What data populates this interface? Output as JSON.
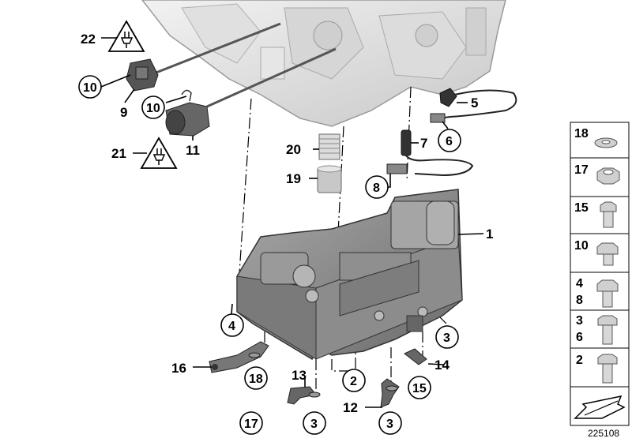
{
  "callouts": {
    "c1": "1",
    "c2": "2",
    "c3a": "3",
    "c3b": "3",
    "c3c": "3",
    "c4": "4",
    "c5": "5",
    "c6": "6",
    "c7": "7",
    "c8": "8",
    "c9": "9",
    "c10a": "10",
    "c10b": "10",
    "c11": "11",
    "c12": "12",
    "c13": "13",
    "c14": "14",
    "c15": "15",
    "c16": "16",
    "c17": "17",
    "c18": "18",
    "c19": "19",
    "c20": "20",
    "c21": "21",
    "c22": "22"
  },
  "legend": [
    {
      "label": "18",
      "part": "washer"
    },
    {
      "label": "17",
      "part": "hex-nut"
    },
    {
      "label": "15",
      "part": "hex-bolt-short"
    },
    {
      "label": "10",
      "part": "hex-bolt-flange"
    },
    {
      "label": "4\n8",
      "part": "hex-bolt-medium"
    },
    {
      "label": "3\n6",
      "part": "hex-bolt-long"
    },
    {
      "label": "2",
      "part": "hex-bolt-longest"
    }
  ],
  "legend_labels": {
    "l18": "18",
    "l17": "17",
    "l15": "15",
    "l10": "10",
    "l4": "4",
    "l8": "8",
    "l3": "3",
    "l6": "6",
    "l2": "2"
  },
  "icons": {
    "warning_top": "electrical-warning-icon",
    "warning_bottom": "electrical-warning-icon",
    "corner_arrow": "corner-arrow-icon"
  },
  "doc_number": "225108"
}
